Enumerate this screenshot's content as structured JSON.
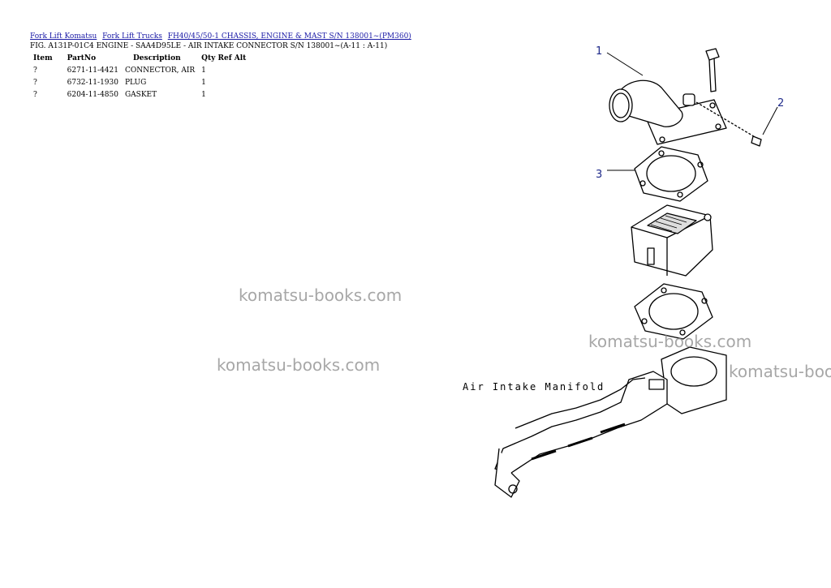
{
  "breadcrumbs": [
    "Fork Lift Komatsu",
    "Fork Lift Trucks",
    "FH40/45/50-1 CHASSIS, ENGINE & MAST S/N 138001~(PM360)"
  ],
  "figure_title": "FIG. A131P-01C4 ENGINE - SAA4D95LE - AIR INTAKE CONNECTOR S/N 138001~(A-11 : A-11)",
  "table": {
    "headers": {
      "item": "Item",
      "partno": "PartNo",
      "description": "Description",
      "qty": "Qty",
      "ref": "Ref",
      "alt": "Alt"
    },
    "rows": [
      {
        "item": "?",
        "partno": "6271-11-4421",
        "description": "CONNECTOR, AIR",
        "qty": "1"
      },
      {
        "item": "?",
        "partno": "6732-11-1930",
        "description": "PLUG",
        "qty": "1"
      },
      {
        "item": "?",
        "partno": "6204-11-4850",
        "description": "GASKET",
        "qty": "1"
      }
    ]
  },
  "watermark": "komatsu-books.com",
  "diagram": {
    "callouts": [
      "1",
      "2",
      "3"
    ],
    "manifold_label": "Air Intake Manifold"
  },
  "colors": {
    "link": "#1a1aa6",
    "callout": "#1f2a8a",
    "watermark": "#8a8a8a"
  }
}
